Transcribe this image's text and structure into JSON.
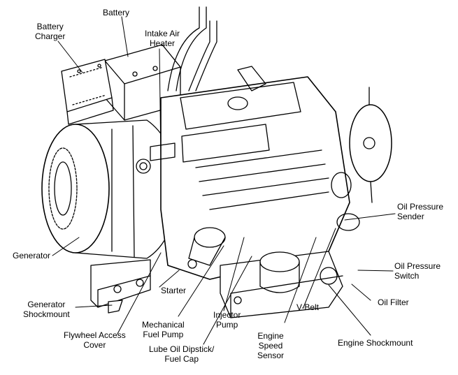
{
  "labels": {
    "battery": "Battery",
    "battery_charger": "Battery\nCharger",
    "intake_air_heater": "Intake Air\nHeater",
    "generator": "Generator",
    "generator_shockmount": "Generator\nShockmount",
    "flywheel_access_cover": "Flywheel Access\nCover",
    "starter": "Starter",
    "mechanical_fuel_pump": "Mechanical\nFuel Pump",
    "injector_pump": "Injector\nPump",
    "lube_oil_dipstick": "Lube Oil Dipstick/\nFuel Cap",
    "engine_speed_sensor": "Engine\nSpeed\nSensor",
    "v_belt": "V-Belt",
    "engine_shockmount": "Engine Shockmount",
    "oil_filter": "Oil Filter",
    "oil_pressure_switch": "Oil Pressure\nSwitch",
    "oil_pressure_sender": "Oil Pressure\nSender"
  },
  "colors": {
    "line": "#000000",
    "background": "#ffffff",
    "fill": "#ffffff"
  }
}
